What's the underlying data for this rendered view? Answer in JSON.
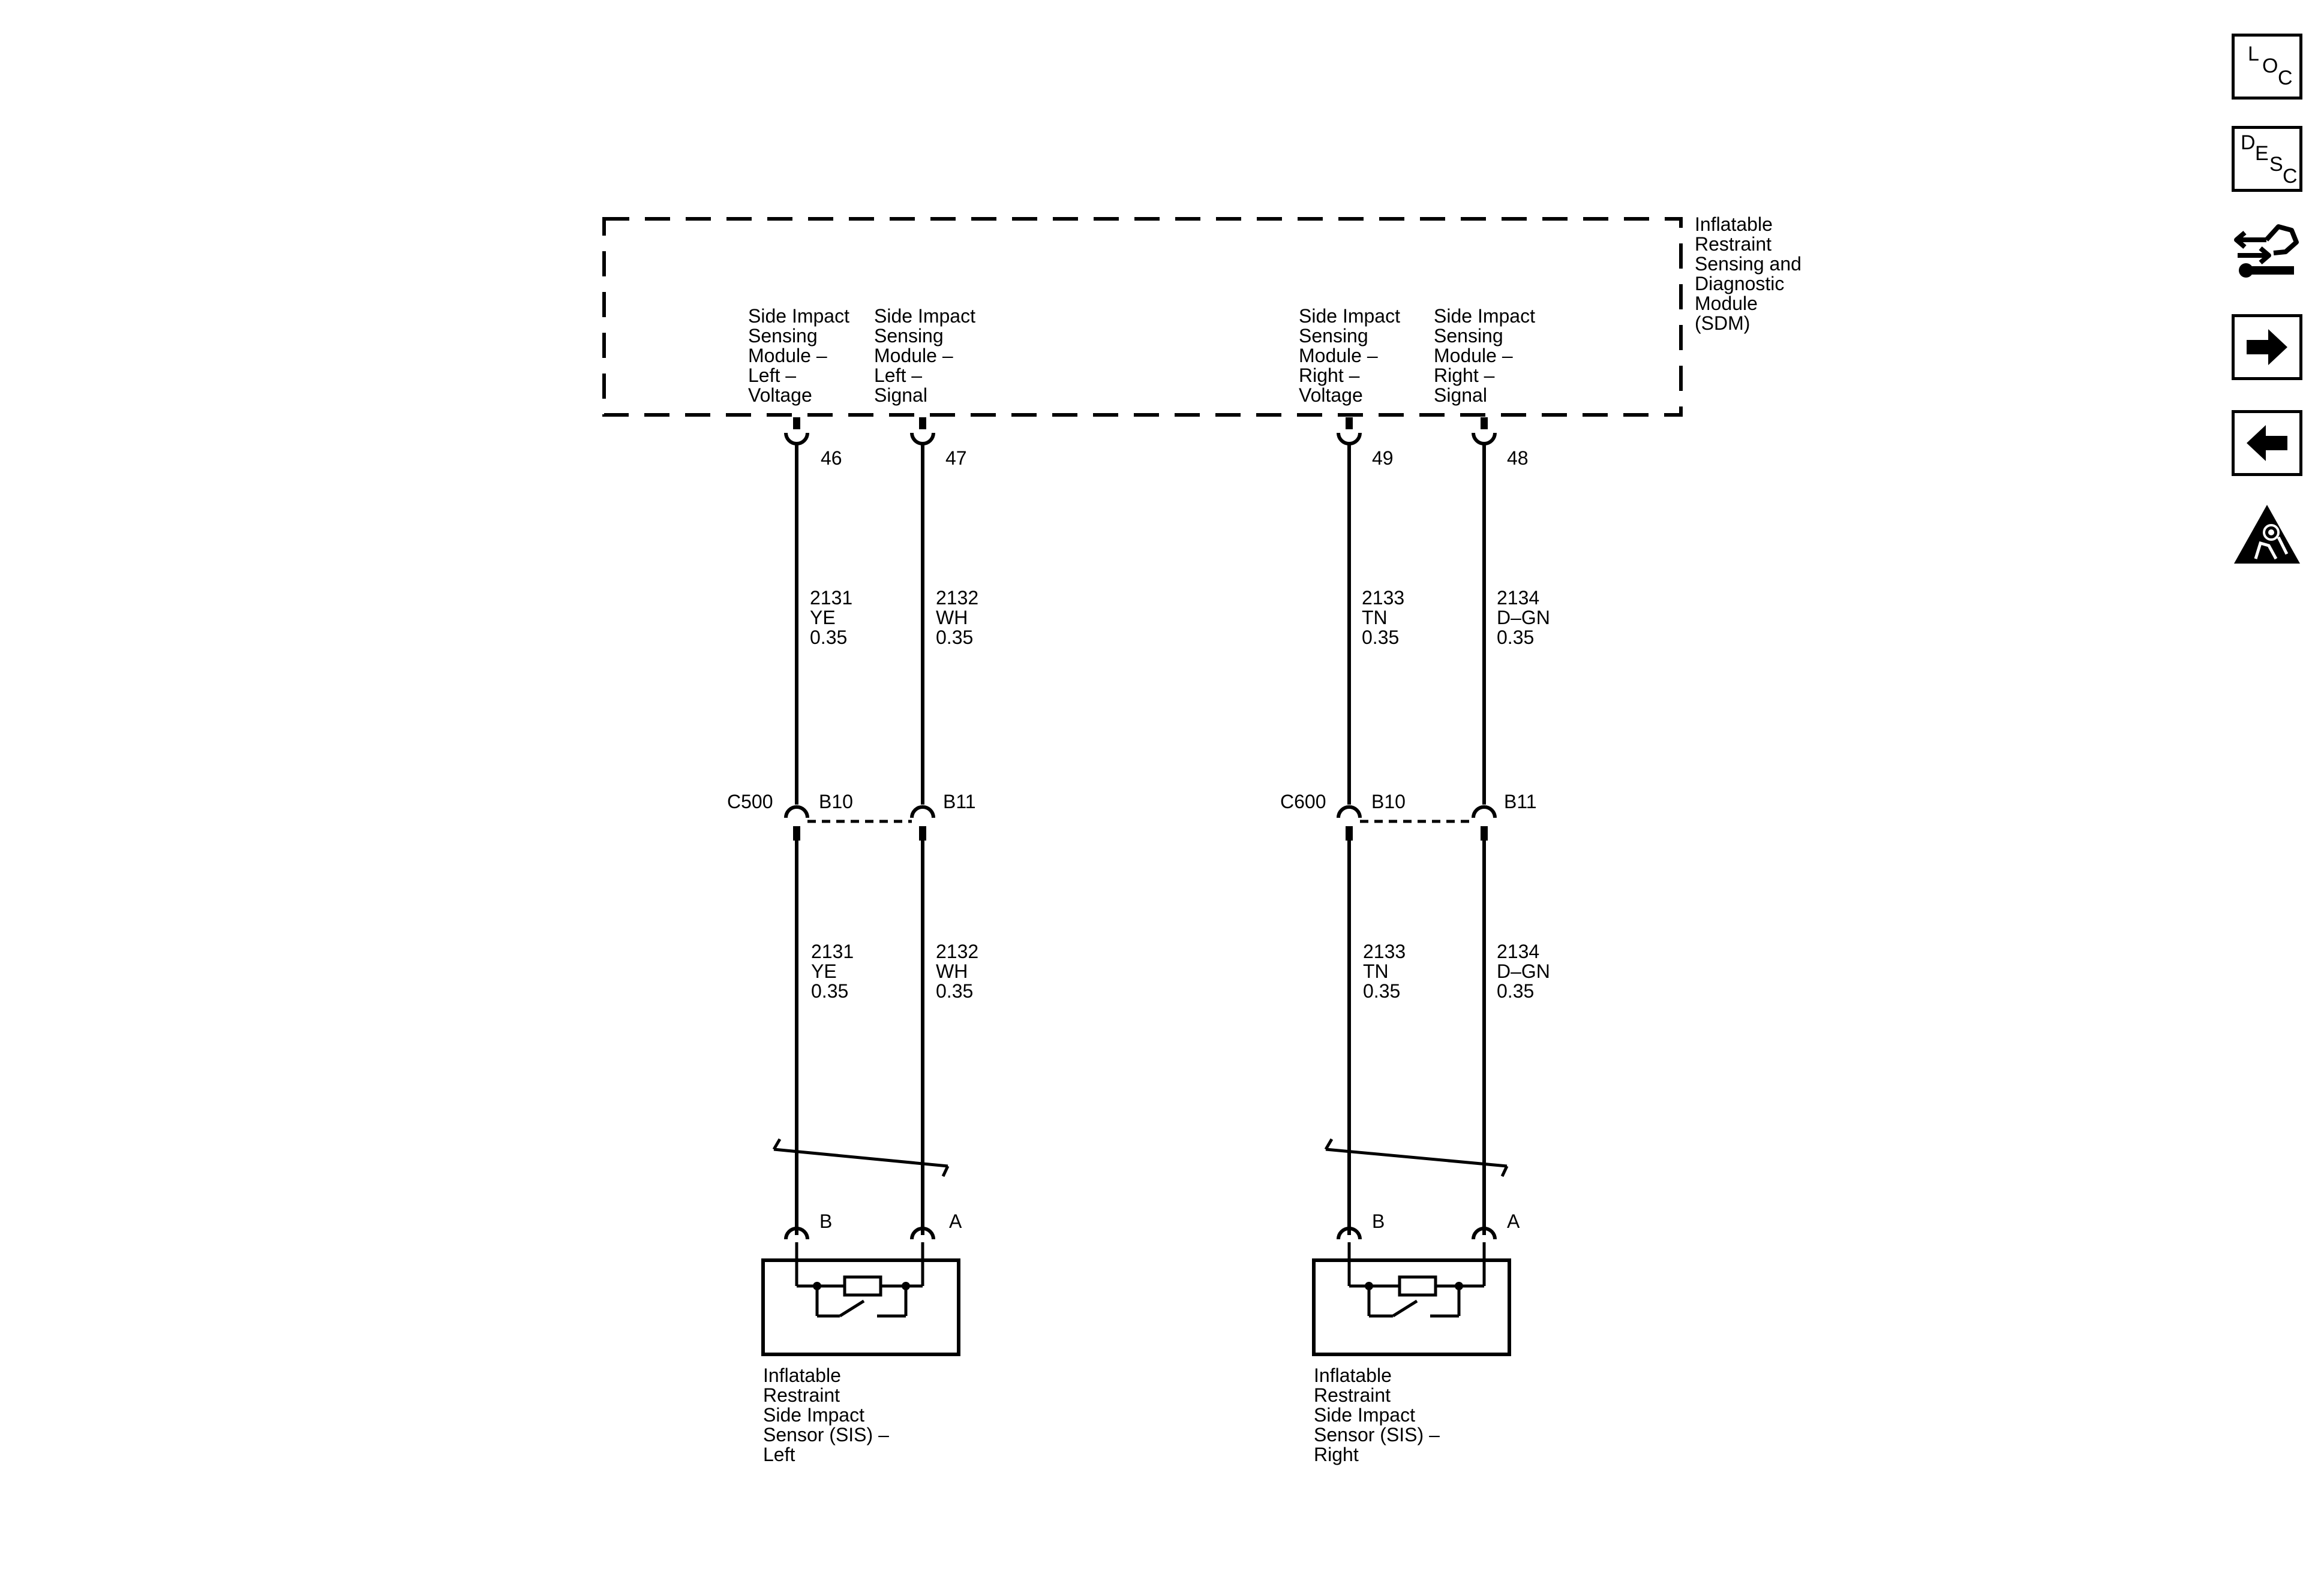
{
  "module": {
    "name_lines": [
      "Inflatable",
      "Restraint",
      "Sensing and",
      "Diagnostic",
      "Module",
      "(SDM)"
    ]
  },
  "circuits": [
    {
      "key": "left-voltage",
      "function_lines": [
        "Side Impact",
        "Sensing",
        "Module –",
        "Left –",
        "Voltage"
      ],
      "module_pin": "46",
      "upper": {
        "circuit": "2131",
        "color": "YE",
        "gauge": "0.35"
      },
      "lower": {
        "circuit": "2131",
        "color": "YE",
        "gauge": "0.35"
      },
      "inline_pin": "B10",
      "sensor_pin": "B"
    },
    {
      "key": "left-signal",
      "function_lines": [
        "Side Impact",
        "Sensing",
        "Module –",
        "Left –",
        "Signal"
      ],
      "module_pin": "47",
      "upper": {
        "circuit": "2132",
        "color": "WH",
        "gauge": "0.35"
      },
      "lower": {
        "circuit": "2132",
        "color": "WH",
        "gauge": "0.35"
      },
      "inline_pin": "B11",
      "sensor_pin": "A"
    },
    {
      "key": "right-voltage",
      "function_lines": [
        "Side Impact",
        "Sensing",
        "Module –",
        "Right –",
        "Voltage"
      ],
      "module_pin": "49",
      "upper": {
        "circuit": "2133",
        "color": "TN",
        "gauge": "0.35"
      },
      "lower": {
        "circuit": "2133",
        "color": "TN",
        "gauge": "0.35"
      },
      "inline_pin": "B10",
      "sensor_pin": "B"
    },
    {
      "key": "right-signal",
      "function_lines": [
        "Side Impact",
        "Sensing",
        "Module –",
        "Right –",
        "Signal"
      ],
      "module_pin": "48",
      "upper": {
        "circuit": "2134",
        "color": "D–GN",
        "gauge": "0.35"
      },
      "lower": {
        "circuit": "2134",
        "color": "D–GN",
        "gauge": "0.35"
      },
      "inline_pin": "B11",
      "sensor_pin": "A"
    }
  ],
  "connectors": [
    {
      "key": "left",
      "name": "C500"
    },
    {
      "key": "right",
      "name": "C600"
    }
  ],
  "sensors": [
    {
      "key": "left",
      "name_lines": [
        "Inflatable",
        "Restraint",
        "Side Impact",
        "Sensor (SIS) –",
        "Left"
      ]
    },
    {
      "key": "right",
      "name_lines": [
        "Inflatable",
        "Restraint",
        "Side Impact",
        "Sensor (SIS) –",
        "Right"
      ]
    }
  ],
  "nav": {
    "loc": [
      "L",
      "O",
      "C"
    ],
    "desc": [
      "D",
      "E",
      "S",
      "C"
    ],
    "icons": [
      "schematic-connector-icon",
      "next-arrow-icon",
      "previous-arrow-icon",
      "airbag-warning-icon"
    ]
  },
  "colors": {
    "ink": "#000000",
    "background": "#ffffff"
  }
}
